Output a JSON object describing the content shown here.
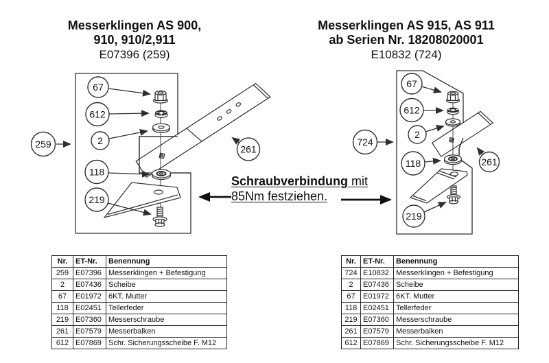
{
  "left_panel": {
    "title_line1": "Messerklingen AS 900,",
    "title_line2": "910, 910/2,911",
    "title_line3": "E07396 (259)",
    "callouts": {
      "ref": "259",
      "nut": "67",
      "lock_washer": "612",
      "washer": "2",
      "disc_spring": "118",
      "blade": "219",
      "bar": "261"
    },
    "table": {
      "headers": [
        "Nr.",
        "ET-Nr.",
        "Benennung"
      ],
      "rows": [
        [
          "259",
          "E07396",
          "Messerklingen + Befestigung"
        ],
        [
          "2",
          "E07436",
          "Scheibe"
        ],
        [
          "67",
          "E01972",
          "6KT. Mutter"
        ],
        [
          "118",
          "E02451",
          "Tellerfeder"
        ],
        [
          "219",
          "E07360",
          "Messerschraube"
        ],
        [
          "261",
          "E07579",
          "Messerbalken"
        ],
        [
          "612",
          "E07869",
          "Schr. Sicherungsscheibe F. M12"
        ]
      ]
    }
  },
  "right_panel": {
    "title_line1": "Messerklingen AS 915, AS 911",
    "title_line2": "ab Serien Nr. 18208020001",
    "title_line3": "E10832 (724)",
    "callouts": {
      "ref": "724",
      "nut": "67",
      "lock_washer": "612",
      "washer": "2",
      "disc_spring": "118",
      "blade": "219",
      "bar": "261"
    },
    "table": {
      "headers": [
        "Nr.",
        "ET-Nr.",
        "Benennung"
      ],
      "rows": [
        [
          "724",
          "E10832",
          "Messerklingen + Befestigung"
        ],
        [
          "2",
          "E07436",
          "Scheibe"
        ],
        [
          "67",
          "E01972",
          "6KT. Mutter"
        ],
        [
          "118",
          "E02451",
          "Tellerfeder"
        ],
        [
          "219",
          "E07360",
          "Messerschraube"
        ],
        [
          "261",
          "E07579",
          "Messerbalken"
        ],
        [
          "612",
          "E07869",
          "Schr. Sicherungsscheibe F. M12"
        ]
      ]
    }
  },
  "note": {
    "bold_text": "Schraubverbindung",
    "regular_text": " mit",
    "line2": "85Nm festziehen."
  },
  "colors": {
    "ink": "#111111",
    "line": "#2e2e2e",
    "background": "#ffffff"
  }
}
